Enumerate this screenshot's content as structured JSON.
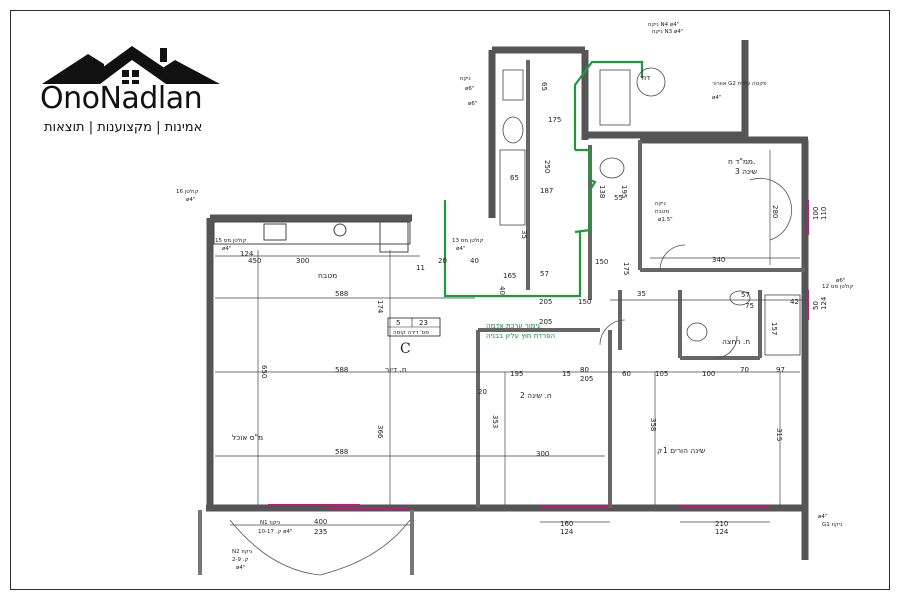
{
  "logo": {
    "brand_part1": "Ono",
    "brand_part2": "Nadlan",
    "tagline": "אמינות | מקצוענות | תוצאות"
  },
  "rooms": {
    "kitchen": "מטבח",
    "living": "ח. דיור",
    "balcony": "מ\"ס אוכל",
    "bedroom2": "ח. שינה 2",
    "bedroom3_line1": "ממ\"ד ח.",
    "bedroom3_line2": "שינה 3",
    "master": "שינה הורים 1",
    "master_prefix": "ק",
    "bath": "ח. רחצה",
    "storage": "דוד",
    "apartment_letter": "C"
  },
  "apartment_box": {
    "num1": "5",
    "num2": "23",
    "labels": "מס' דירה קומה"
  },
  "green_note": {
    "line1": "גימור ערכת אדמה",
    "line2": "הפרדת חוץ עליון בבניה"
  },
  "dimensions": {
    "d450": "450",
    "d300a": "300",
    "d124a": "124",
    "d588a": "588",
    "d588b": "588",
    "d588c": "588",
    "d650": "650",
    "d174": "174",
    "d366": "366",
    "d400": "400",
    "d235": "235",
    "d195a": "195",
    "d15": "15",
    "d80": "80",
    "d205a": "205",
    "d60": "60",
    "d105": "105",
    "d100": "100",
    "d70": "70",
    "d97": "97",
    "d353": "353",
    "d300b": "300",
    "d358": "358",
    "d315": "315",
    "d160": "160",
    "d124b": "124",
    "d210": "210",
    "d124c": "124",
    "d340": "340",
    "d280": "280",
    "d195b": "195",
    "d175": "175",
    "d150a": "150",
    "d150b": "150",
    "d205b": "205",
    "d205c": "205",
    "d75": "75",
    "d42": "42",
    "d57a": "57",
    "d157": "157",
    "d65a": "65",
    "d65b": "65",
    "d175b": "175",
    "d250": "250",
    "d187": "187",
    "d55": "55",
    "d138": "138",
    "d35": "35",
    "d40": "40",
    "d20a": "20",
    "d11": "11",
    "d40b": "40",
    "d110": "110",
    "d100b": "100",
    "d124d": "124",
    "d50": "50",
    "d35b": "35",
    "d20b": "20",
    "d57b": "57",
    "d165": "165"
  },
  "annotations": {
    "top_pipe": "ניקוז N3 ø4\"",
    "pipe_n4": "ניקוז N4 ø4\"",
    "top_drain": "ניקוז",
    "drain_6a": "ø6\"",
    "drain_6b": "ø6\"",
    "heater": "אוורור G2 פקטה עילית",
    "heater_sub": "ø4\"",
    "col16": "16 קולטן",
    "col16_sub": "ø4\"",
    "col15": "15 קולטן מס",
    "col15_sub": "ø4\"",
    "col13": "13 קולטן מס",
    "col13_sub": "ø4\"",
    "col12": "12 קולטן מס",
    "col12_sub": "ø6\"",
    "drain_vent": "ניקוז",
    "drain_vent2": "מטבח",
    "drain_vent3": "ø1.5\"",
    "n1": "N1 ניקוז",
    "n1_sub": "10-17 .ק ø4\"",
    "n2": "N2 ניקוז",
    "n2_sub": "2-9 .ק",
    "n2_sub2": "ø4\"",
    "g1": "ø4\"",
    "g1_sub": "G1 ניקוז"
  }
}
